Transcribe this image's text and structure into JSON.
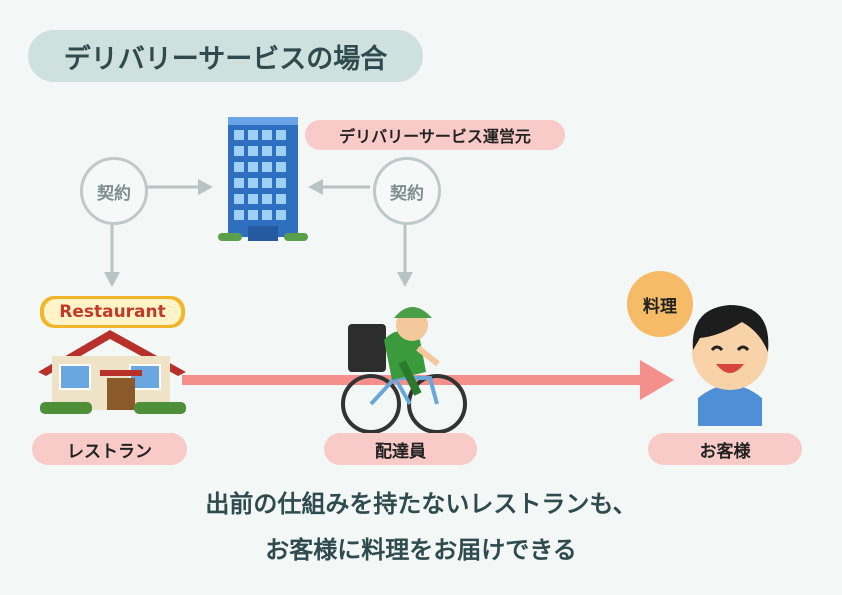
{
  "title": "デリバリーサービスの場合",
  "operator_label": "デリバリーサービス運営元",
  "contract_left": "契約",
  "contract_right": "契約",
  "restaurant_sign": "Restaurant",
  "restaurant_label": "レストラン",
  "driver_label": "配達員",
  "customer_label": "お客様",
  "ryori_badge": "料理",
  "caption_line1": "出前の仕組みを持たないレストランも、",
  "caption_line2": "お客様に料理をお届けできる",
  "colors": {
    "background": "#f3f8f7",
    "title_pill": "#cfe1de",
    "label_pill": "#f8cbc8",
    "arrow_gray": "#b8c4c1",
    "arrow_pink": "#f58f8c",
    "badge_orange": "#f6bb67"
  }
}
